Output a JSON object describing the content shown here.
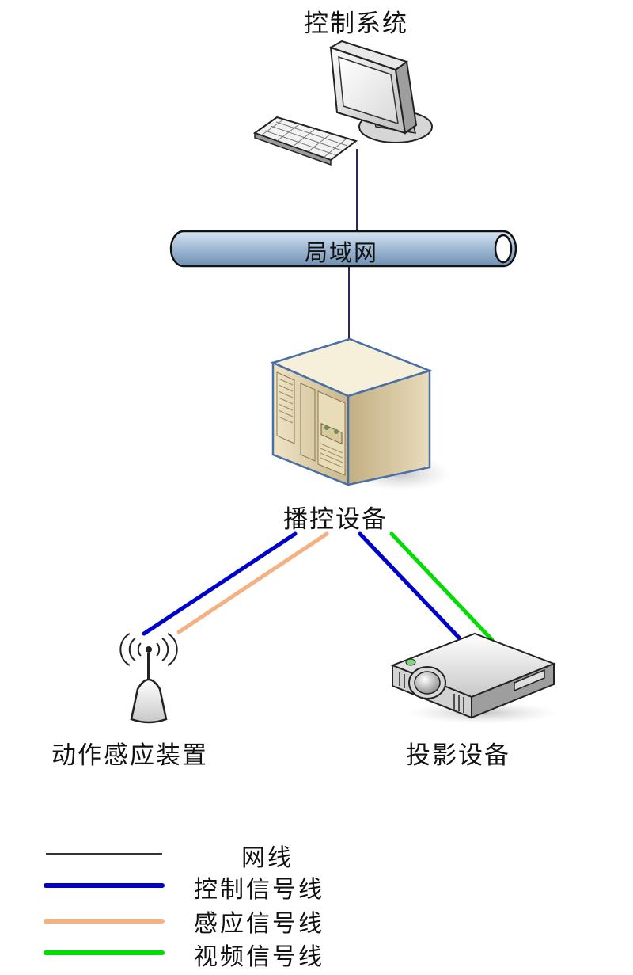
{
  "nodes": {
    "control_system": "控制系统",
    "lan": "局域网",
    "playback_device": "播控设备",
    "motion_sensor": "动作感应装置",
    "projector": "投影设备"
  },
  "legend": [
    {
      "label": "网线",
      "color": "#333333"
    },
    {
      "label": "控制信号线",
      "color": "#0000cc"
    },
    {
      "label": "感应信号线",
      "color": "#f4b183"
    },
    {
      "label": "视频信号线",
      "color": "#00dd00"
    }
  ],
  "colors": {
    "network": "#2b2b55",
    "control": "#0000cc",
    "sensing": "#f4b183",
    "video": "#00dd00",
    "lan_fill": "#9fb9d4"
  }
}
